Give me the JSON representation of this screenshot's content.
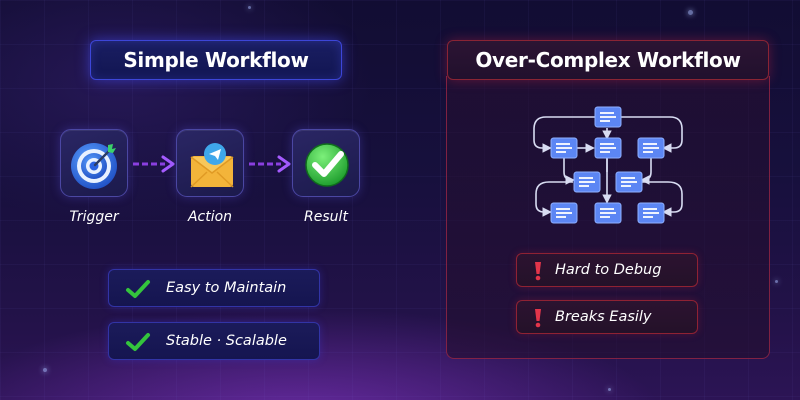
{
  "simple": {
    "title": "Simple Workflow",
    "steps": [
      {
        "label": "Trigger",
        "icon": "target-icon"
      },
      {
        "label": "Action",
        "icon": "envelope-icon"
      },
      {
        "label": "Result",
        "icon": "check-circle-icon"
      }
    ],
    "benefits": [
      "Easy to Maintain",
      "Stable · Scalable"
    ]
  },
  "complex": {
    "title": "Over-Complex Workflow",
    "issues": [
      "Hard to Debug",
      "Breaks Easily"
    ]
  },
  "colors": {
    "simple_accent": "#3d46d8",
    "complex_accent": "#8a2434",
    "node_blue": "#5c86f4",
    "check_green": "#34c43d",
    "warning_red": "#e3354a"
  }
}
